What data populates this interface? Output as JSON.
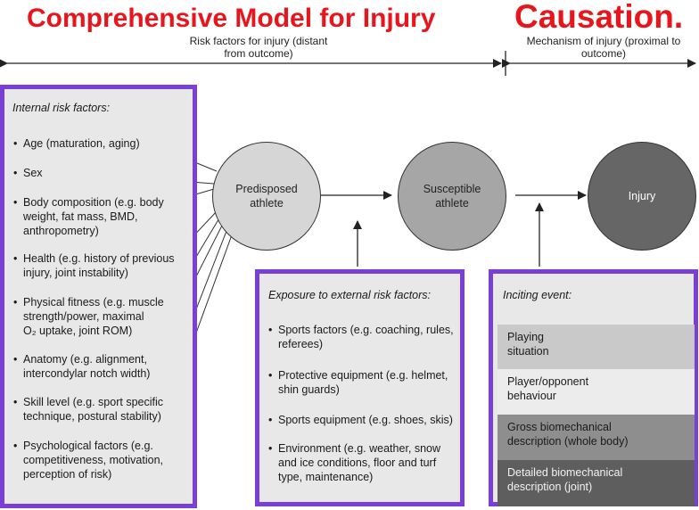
{
  "title": {
    "part1": "Comprehensive Model for Injury",
    "part2": "Causation."
  },
  "axis": {
    "left_header": "Risk factors for injury\n(distant from outcome)",
    "right_header": "Mechanism of injury\n(proximal to outcome)"
  },
  "internal": {
    "title": "Internal risk factors:",
    "items": [
      "Age (maturation, aging)",
      "Sex",
      "Body composition (e.g. body\nweight, fat mass, BMD,\nanthropometry)",
      "Health (e.g. history of previous\ninjury, joint instability)",
      "Physical fitness (e.g. muscle\nstrength/power, maximal\nO₂ uptake, joint ROM)",
      "Anatomy (e.g. alignment,\nintercondylar notch width)",
      "Skill level (e.g. sport specific\ntechnique, postural stability)",
      "Psychological factors (e.g.\ncompetitiveness, motivation,\nperception of risk)"
    ]
  },
  "external": {
    "title": "Exposure to external risk factors:",
    "items": [
      "Sports factors (e.g. coaching, rules,\nreferees)",
      "Protective equipment (e.g. helmet,\nshin guards)",
      "Sports equipment (e.g. shoes, skis)",
      "Environment (e.g. weather, snow\nand ice conditions, floor and turf\ntype, maintenance)"
    ]
  },
  "inciting": {
    "title": "Inciting event:",
    "items": [
      "Playing\nsituation",
      "Player/opponent\nbehaviour",
      "Gross biomechanical\ndescription (whole body)",
      "Detailed biomechanical\ndescription (joint)"
    ]
  },
  "nodes": {
    "predisposed": "Predisposed\nathlete",
    "susceptible": "Susceptible\nathlete",
    "injury": "Injury"
  },
  "bullet": "•",
  "colors": {
    "title": "#e8161c",
    "panel_border": "#7a3fd6",
    "panel_bg": "#e8e8e8",
    "circle_light": "#d6d6d6",
    "circle_mid": "#a6a6a6",
    "circle_dark": "#666666",
    "event_row_1": "#c9c9c9",
    "event_row_2": "#ececec",
    "event_row_3": "#8e8e8e",
    "event_row_4": "#5e5e5e"
  }
}
